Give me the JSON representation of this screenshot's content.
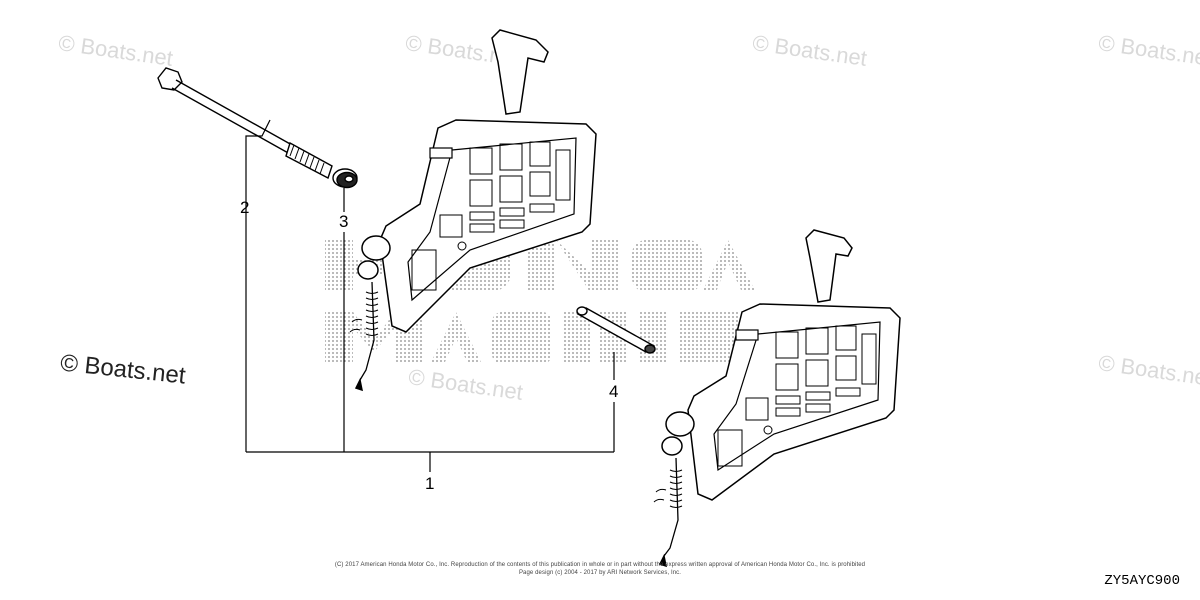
{
  "watermark": "© Boats.net",
  "callouts": {
    "c1": "1",
    "c2": "2",
    "c3": "3",
    "c4": "4"
  },
  "copyright": {
    "line1": "(C) 2017 American Honda Motor Co., Inc. Reproduction of the contents of this publication in whole or in part without the express written approval of American Honda Motor Co., Inc. is prohibited",
    "line2": "Page design (c) 2004 - 2017 by ARI Network Services, Inc."
  },
  "diagram_code": "ZY5AYC900",
  "colors": {
    "line": "#000000",
    "watermark": "#d9d9d9",
    "halftone": "#9a9a9a"
  }
}
